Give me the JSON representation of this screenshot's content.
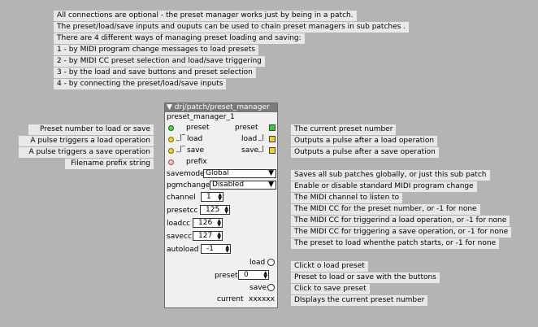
{
  "intro": [
    "All connections are optional - the preset manager works just by being in a patch.",
    "The preset/load/save inputs and ouputs can be used to chain preset managers in sub patches .",
    "There are 4 different ways of managing preset loading and saving:",
    "1 - by MIDI program change messages to load presets",
    "2 - by MIDI CC preset selection and load/save triggering",
    "3 - by the load and save buttons and preset selection",
    "4 - by connecting the preset/load/save inputs"
  ],
  "left_comments": [
    "Preset number to load or save",
    "A  pulse triggers a load operation",
    "A  pulse triggers a save operation",
    "Filename prefix string"
  ],
  "pm": {
    "title": "drj/patch/preset_manager",
    "subtitle": "preset_manager_1",
    "in_preset": "preset",
    "in_load": "load",
    "in_save": "save",
    "in_prefix": "prefix",
    "out_preset": "preset",
    "out_load": "load",
    "out_save": "save",
    "savemode_label": "savemode",
    "savemode_value": "Global",
    "pgmchange_label": "pgmchange",
    "pgmchange_value": "Disabled",
    "channel_label": "channel",
    "channel_value": "1",
    "presetcc_label": "presetcc",
    "presetcc_value": "125",
    "loadcc_label": "loadcc",
    "loadcc_value": "126",
    "savecc_label": "savecc",
    "savecc_value": "127",
    "autoload_label": "autoload",
    "autoload_value": "-1",
    "load_btn": "load",
    "preset_label": "preset",
    "preset_value": "0",
    "save_btn": "save",
    "current_label": "current",
    "current_value": "xxxxxx"
  },
  "right_comments": [
    "The current preset number",
    "Outputs a pulse after a load operation",
    "Outputs a pulse after a save operation",
    "Saves all sub patches globally, or just this sub patch",
    "Enable or disable standard MIDI program change",
    "The MIDI channel to listen to",
    "The MIDI CC for the preset number, or -1 for none",
    "The MIDI CC for triggerind a load operation, or -1 for none",
    "The MIDI CC for triggering a save operation, or -1 for none",
    "The preset to load whenthe patch starts, or -1 for none",
    "Clickt o load preset",
    "Preset to load or save with the buttons",
    "Click to save preset",
    "DIsplays the current preset number"
  ],
  "colors": {
    "background": "#b4b4b4",
    "comment_bg": "#e8e8e8",
    "titlebar": "#7a7a7a",
    "green_led": "#33cc33",
    "yellow_led": "#f0d020"
  }
}
